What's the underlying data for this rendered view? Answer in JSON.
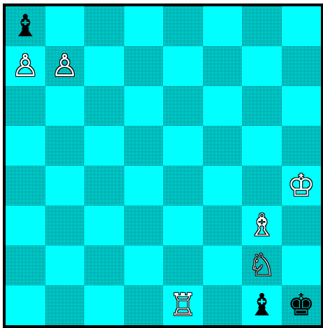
{
  "board": {
    "colors": {
      "light_square": "#00ffff",
      "dark_square": "#00ffff (dithered)",
      "border": "#000000"
    },
    "orientation": "white-bottom",
    "pieces": [
      {
        "square": "a8",
        "color": "black",
        "type": "bishop",
        "glyph": "♝"
      },
      {
        "square": "a7",
        "color": "white",
        "type": "pawn",
        "glyph": "♙"
      },
      {
        "square": "b7",
        "color": "white",
        "type": "pawn",
        "glyph": "♙"
      },
      {
        "square": "h4",
        "color": "white",
        "type": "king",
        "glyph": "♔"
      },
      {
        "square": "g3",
        "color": "white",
        "type": "bishop",
        "glyph": "♗"
      },
      {
        "square": "g2",
        "color": "white",
        "type": "knight",
        "glyph": "♘"
      },
      {
        "square": "e1",
        "color": "white",
        "type": "rook",
        "glyph": "♖"
      },
      {
        "square": "g1",
        "color": "black",
        "type": "bishop",
        "glyph": "♝"
      },
      {
        "square": "h1",
        "color": "black",
        "type": "king",
        "glyph": "♚"
      }
    ]
  }
}
